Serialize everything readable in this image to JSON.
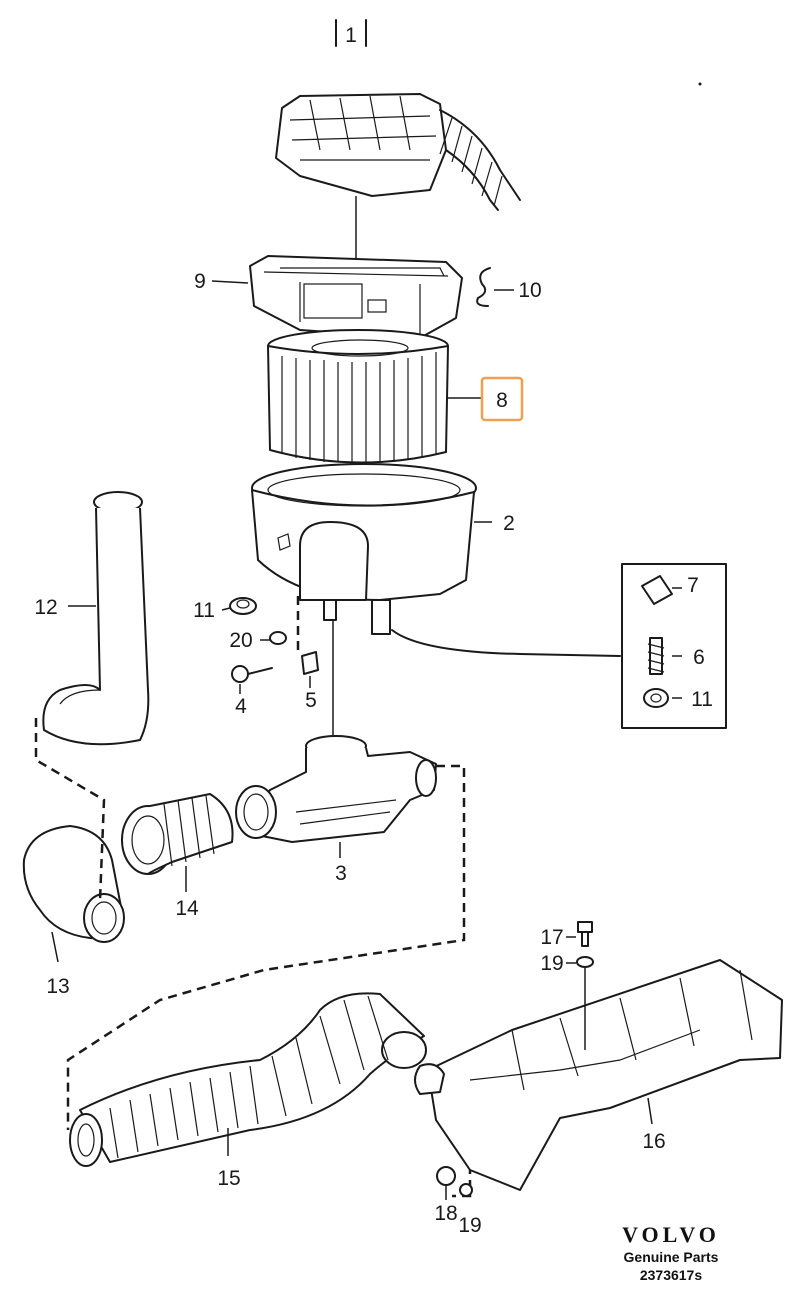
{
  "diagram": {
    "header_label": "1",
    "callouts": {
      "c1": "9",
      "c2": "10",
      "c3": "8",
      "c4": "2",
      "c5": "12",
      "c6": "11",
      "c7": "20",
      "c8": "4",
      "c9": "5",
      "c10": "7",
      "c11": "6",
      "c12": "11",
      "c13": "3",
      "c14": "14",
      "c15": "13",
      "c16": "17",
      "c17": "19",
      "c18": "16",
      "c19": "15",
      "c20": "18",
      "c21": "19"
    },
    "highlight_color": "#f0a050"
  },
  "branding": {
    "logo": "VOLVO",
    "tagline": "Genuine Parts",
    "part_number": "2373617s"
  }
}
